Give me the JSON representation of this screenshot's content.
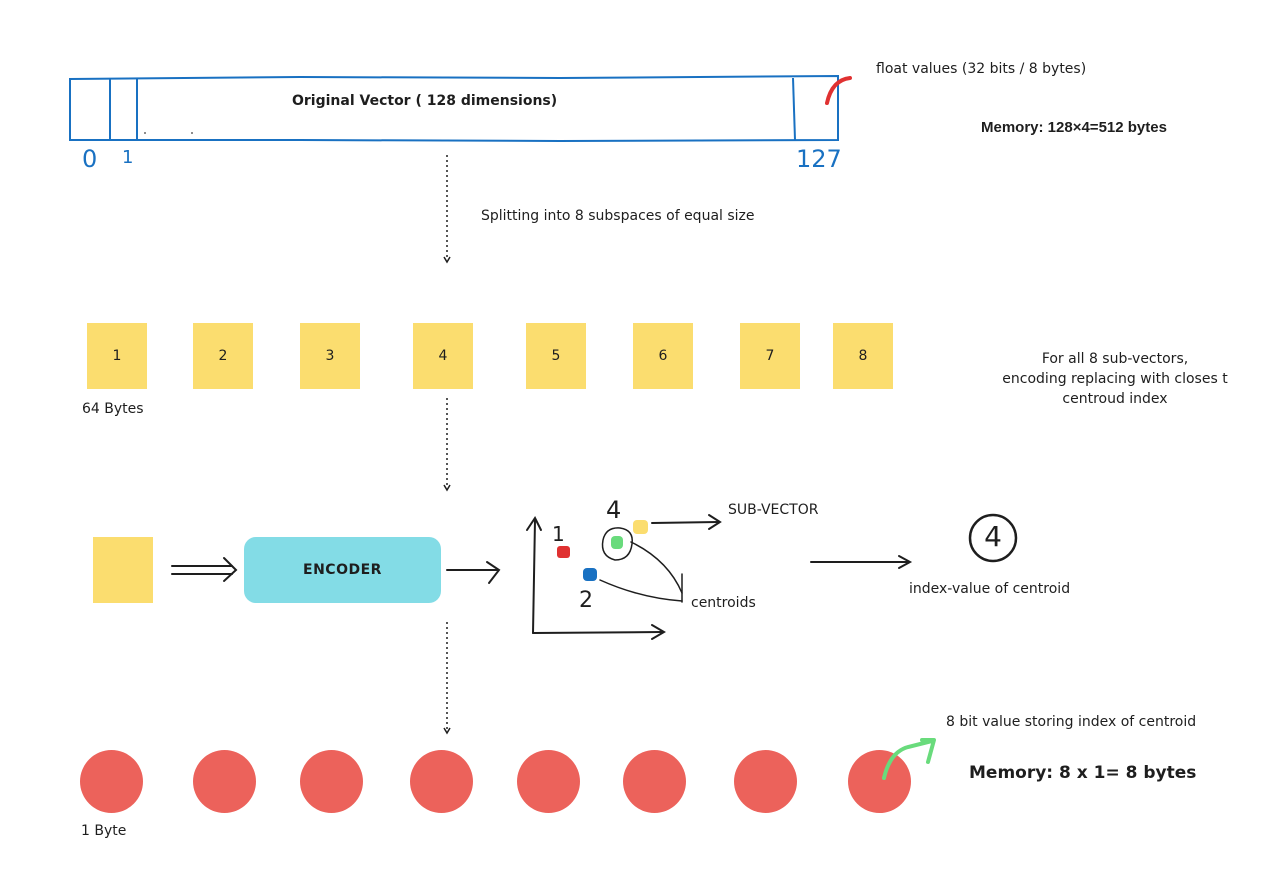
{
  "vector": {
    "title": "Original Vector  ( 128  dimensions)",
    "index_start": "0",
    "index_one": "1",
    "index_end": "127",
    "float_note": "float values (32 bits / 8 bytes)",
    "memory": "Memory: 128×4=512 bytes"
  },
  "split_note": "Splitting into 8 subspaces of equal size",
  "subvectors": {
    "labels": [
      "1",
      "2",
      "3",
      "4",
      "5",
      "6",
      "7",
      "8"
    ],
    "size_note": "64 Bytes",
    "encoding_note_lines": [
      "For all 8 sub-vectors,",
      "encoding  replacing with closes t",
      "centroud index"
    ]
  },
  "encoder": {
    "label": "ENCODER",
    "plot_labels": {
      "one": "1",
      "two": "2",
      "four": "4"
    },
    "subvector_label": "SUB-VECTOR",
    "centroids_label": "centroids",
    "index_result": "4",
    "index_note": "index-value of centroid"
  },
  "output": {
    "byte_note": "1 Byte",
    "bit_note": "8 bit value storing index of centroid",
    "memory": "Memory: 8 x 1= 8 bytes"
  },
  "colors": {
    "vector_stroke": "#1971c2",
    "square": "#fbdd6f",
    "encoder": "#83dce6",
    "circle": "#ec625b",
    "red_pointer": "#e03131",
    "green_pointer": "#69db7c",
    "point_red": "#e03131",
    "point_blue": "#1971c2",
    "point_green": "#69db7c",
    "point_yellow": "#fbdd6f"
  }
}
